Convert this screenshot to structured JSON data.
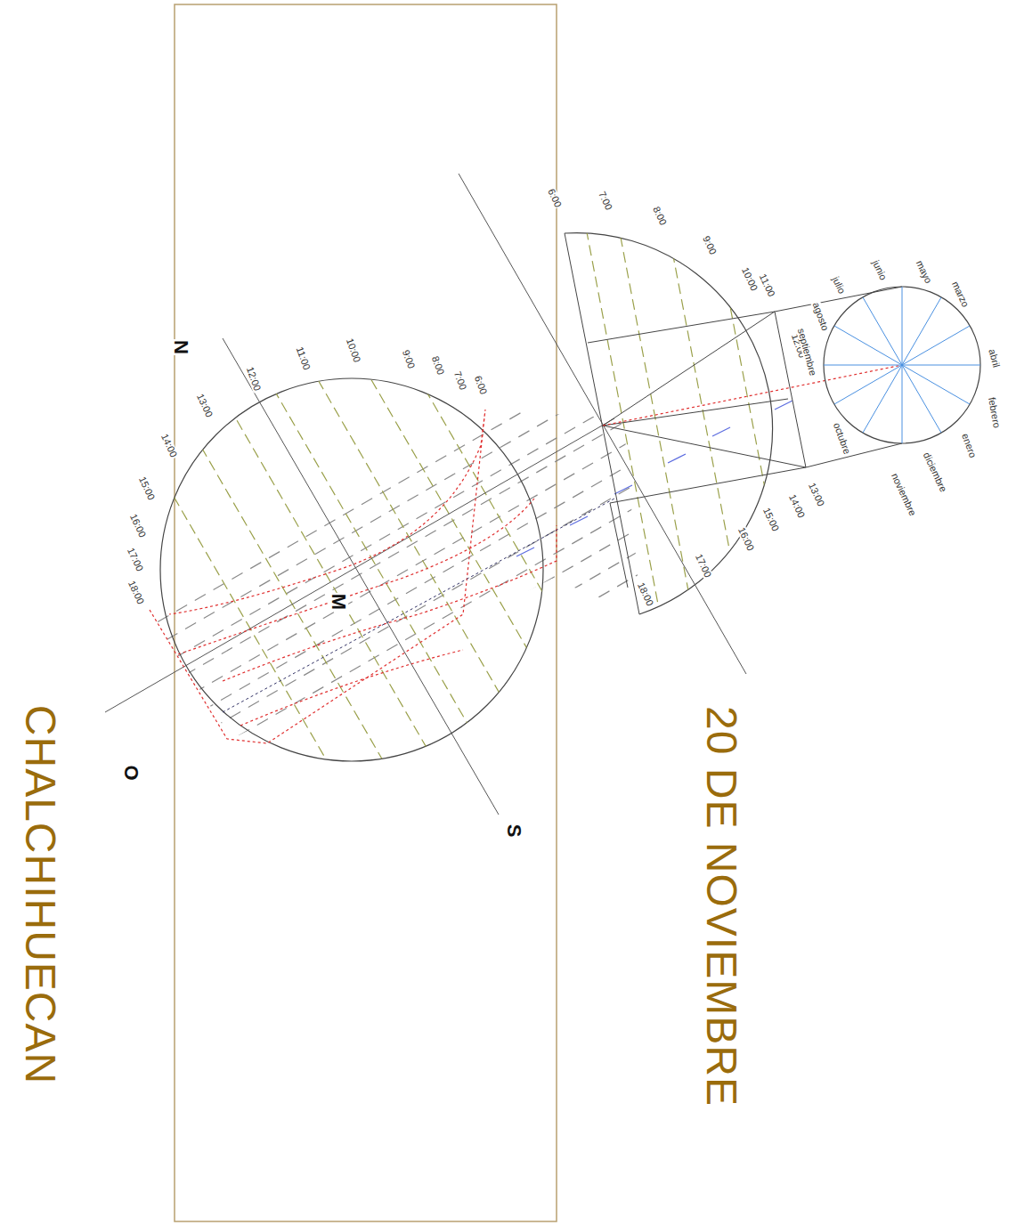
{
  "diagram": {
    "title": "CHALCHIHUECAN",
    "labels": [
      "20 DE NOVIEMBRE",
      "N",
      "S",
      "O",
      "M",
      "6:00",
      "7:00",
      "8:00",
      "9:00",
      "10:00",
      "11:00",
      "12:00",
      "13:00",
      "14:00",
      "15:00",
      "16:00",
      "17:00",
      "18:00",
      "6:00",
      "7:00",
      "8:00",
      "9:00",
      "10:00",
      "11:00",
      "12:00",
      "13:00",
      "14:00",
      "15:00",
      "16:00",
      "17:00",
      "18:00",
      "julio",
      "junio",
      "mayo",
      "marzo",
      "abril",
      "febrero",
      "enero",
      "diciembre",
      "noviembre",
      "octubre",
      "septiembre",
      "agosto"
    ]
  }
}
